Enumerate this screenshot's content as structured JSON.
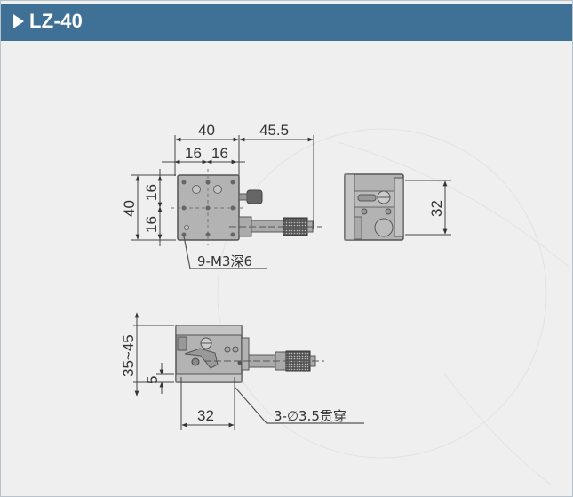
{
  "header": {
    "title": "LZ-40",
    "bg_color": "#3f7196"
  },
  "drawing": {
    "top_view": {
      "dims": {
        "width_total": "40",
        "width_left": "16",
        "width_right": "16",
        "micrometer_extent": "45.5",
        "height_total": "40",
        "height_top": "16",
        "height_bottom": "16"
      },
      "note": "9-M3深6"
    },
    "end_view": {
      "dims": {
        "height": "32"
      }
    },
    "side_view": {
      "dims": {
        "height_range": "35~45",
        "base": "5",
        "hole_spacing": "32"
      },
      "note": "3-∅3.5贯穿"
    }
  }
}
